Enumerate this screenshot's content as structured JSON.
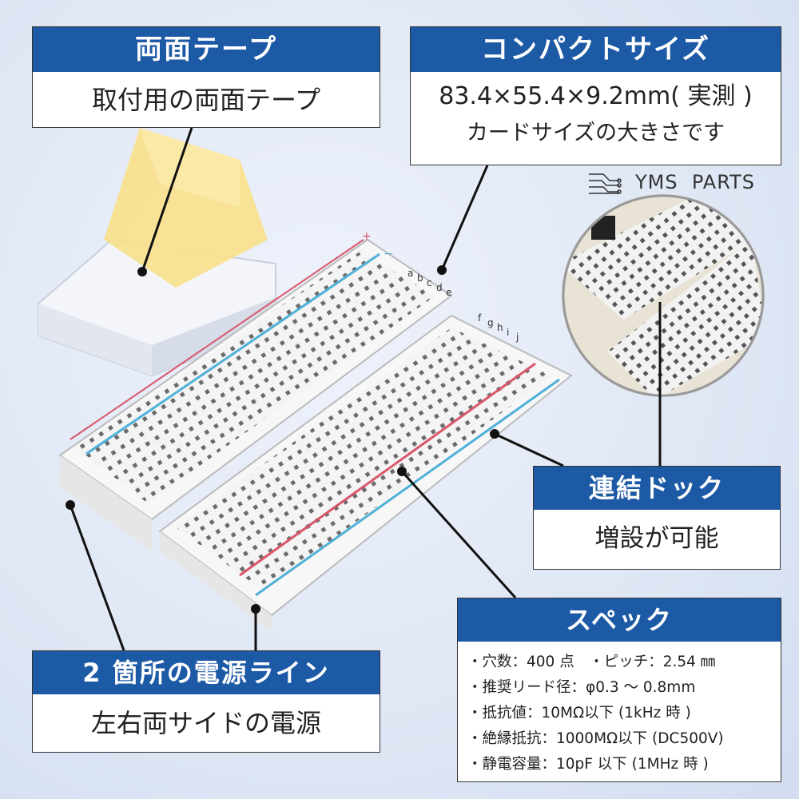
{
  "brand": {
    "name": "YMS  PARTS"
  },
  "callouts": {
    "tape": {
      "title": "両面テープ",
      "text": "取付用の両面テープ"
    },
    "size": {
      "title": "コンパクトサイズ",
      "line1": "83.4×55.4×9.2mm( 実測 )",
      "line2": "カードサイズの大きさです"
    },
    "dock": {
      "title": "連結ドック",
      "text": "増設が可能"
    },
    "spec": {
      "title": "スペック",
      "lines": [
        "・穴数：400 点　・ピッチ：2.54 ㎜",
        "・推奨リード径：φ0.3 ～ 0.8mm",
        "・抵抗値：10MΩ以下 (1kHz 時 )",
        "・絶縁抵抗：1000MΩ以下 (DC500V)",
        "・静電容量：10pF 以下 (1MHz 時 )"
      ]
    },
    "power": {
      "title": "2 箇所の電源ライン",
      "text": "左右両サイドの電源"
    }
  },
  "board_labels": {
    "rows_top": [
      "a",
      "b",
      "c",
      "d",
      "e"
    ],
    "rows_bottom": [
      "f",
      "g",
      "h",
      "i",
      "j"
    ],
    "plus": "+",
    "minus": "−"
  },
  "colors": {
    "header_blue": "#1d5aa6",
    "rail_red": "#d9566a",
    "rail_blue": "#4fb0d8",
    "tape_yellow": "#f8e08a"
  }
}
